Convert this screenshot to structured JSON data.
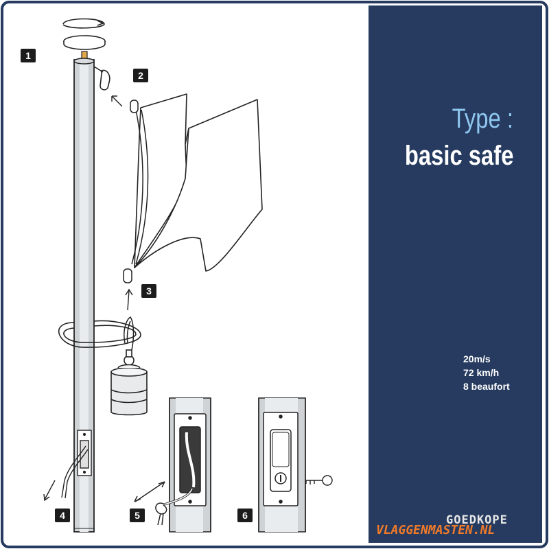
{
  "steps": [
    "1",
    "2",
    "3",
    "4",
    "5",
    "6"
  ],
  "panel": {
    "type_label": "Type :",
    "type_value": "basic safe",
    "wind_speed_ms": "20m/s",
    "wind_speed_kmh": "72 km/h",
    "wind_beaufort": "8 beaufort",
    "icons": [
      "warning-triangle-icon",
      "windsock-icon",
      "flag-lowered-icon"
    ]
  },
  "logo": {
    "top": "GOEDKOPE",
    "bottom": "VLAGGENMASTEN.NL"
  },
  "colors": {
    "panel_bg": "#263b5f",
    "type_label": "#8fc7f0",
    "logo_orange": "#f07a2a",
    "frame_border": "#263b5f"
  }
}
